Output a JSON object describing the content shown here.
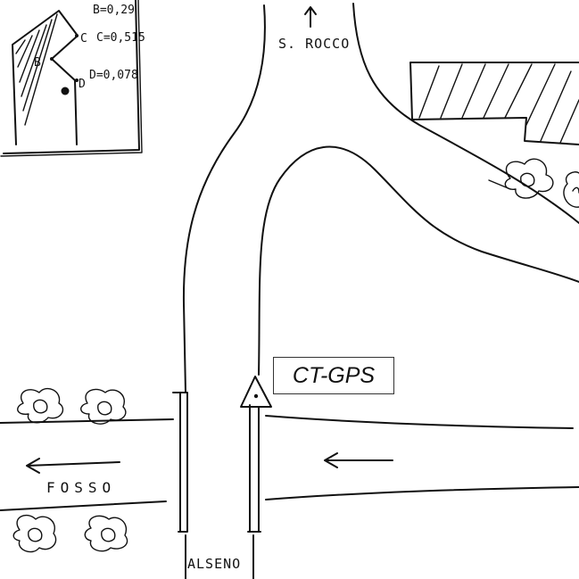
{
  "station_label": "CT-GPS",
  "roads": {
    "north_destination": "S. ROCCO",
    "south_destination": "ALSENO"
  },
  "canal_label": "FOSSO",
  "inset": {
    "points": [
      "B",
      "C",
      "D"
    ],
    "measurements": [
      "B=0,29",
      "C=0,515",
      "D=0,078"
    ]
  },
  "colors": {
    "ink": "#111111",
    "paper": "#ffffff"
  },
  "icons": [
    "triangle-marker-icon",
    "arrow-up-icon",
    "arrow-left-icon",
    "tree-icon",
    "hatched-building-icon"
  ]
}
